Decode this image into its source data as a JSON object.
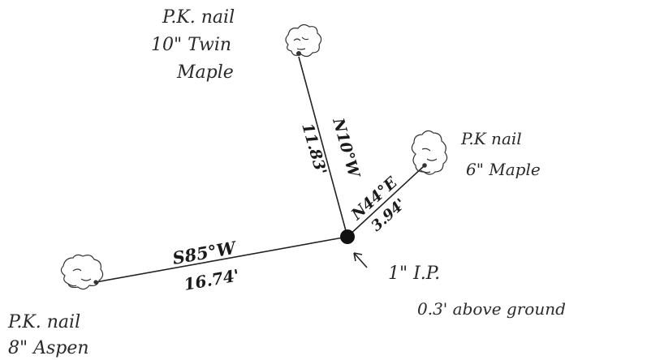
{
  "labels": {
    "north": {
      "line1": "P.K. nail",
      "line2": "10\" Twin",
      "line3": "Maple"
    },
    "east": {
      "line1": "P.K nail",
      "line2": "6\" Maple"
    },
    "southwest": {
      "line1": "P.K. nail",
      "line2": "8\" Aspen"
    },
    "pin": {
      "line1": "1\" I.P.",
      "line2": "0.3' above ground"
    }
  },
  "bearings": {
    "north_bearing": "N10°W",
    "north_distance": "11.83'",
    "east_bearing": "N44°E",
    "east_distance": "3.94'",
    "west_bearing": "S85°W",
    "west_distance": "16.74'"
  },
  "colors": {
    "ink": "#222222",
    "pin": "#111111",
    "paper": "#ffffff"
  },
  "icons": {
    "tree": "tree-canopy-icon",
    "pin": "iron-pin-icon",
    "arrow": "pointer-arrow-icon"
  }
}
